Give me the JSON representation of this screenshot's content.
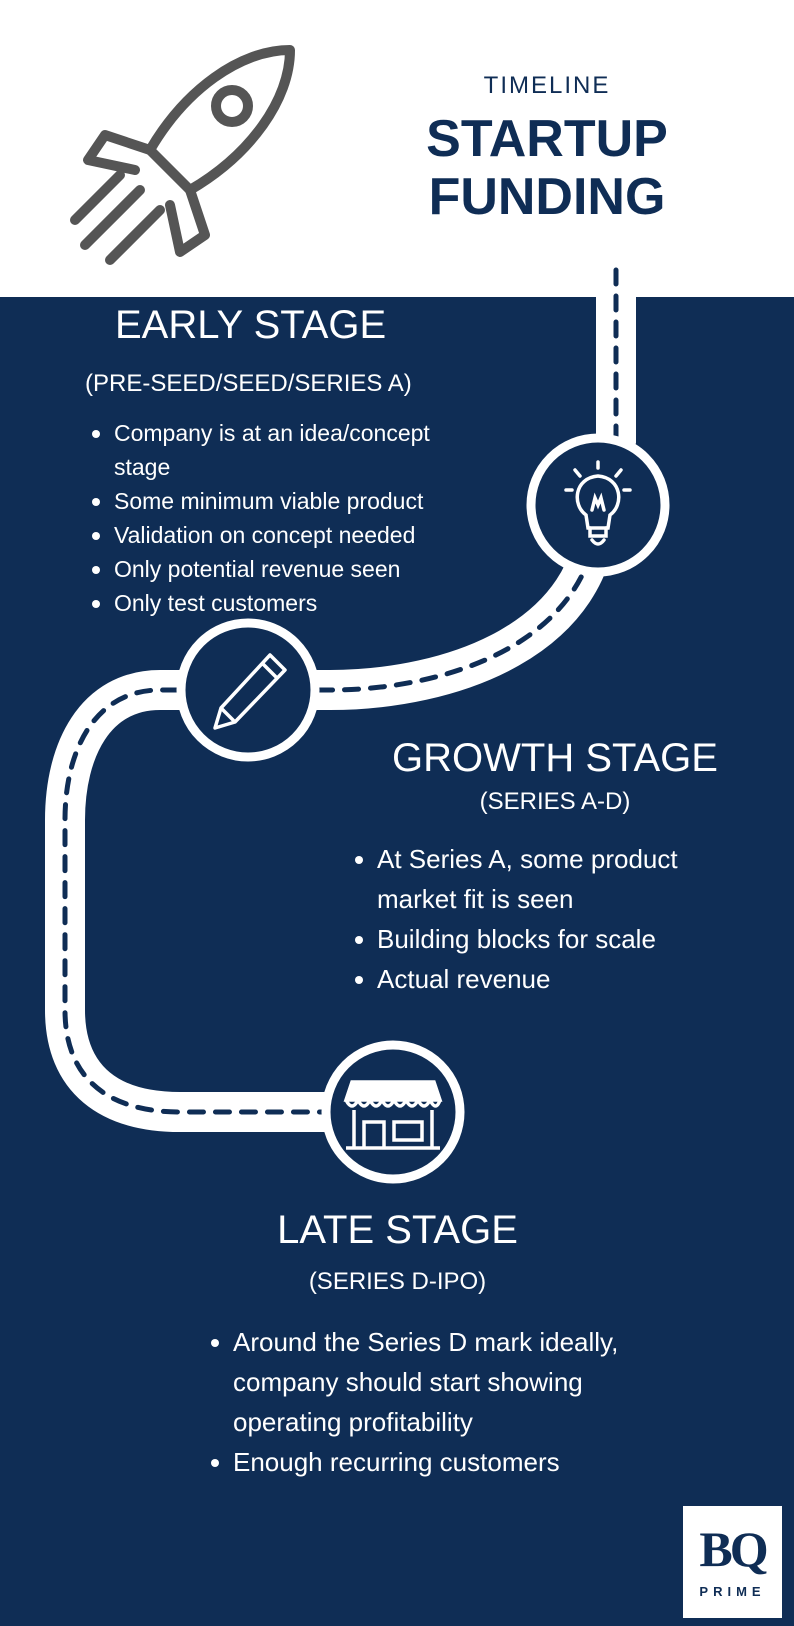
{
  "header": {
    "kicker": "TIMELINE",
    "title_line1": "STARTUP",
    "title_line2": "FUNDING"
  },
  "stages": [
    {
      "title": "EARLY STAGE",
      "subtitle": "(PRE-SEED/SEED/SERIES A)",
      "icon": "lightbulb-icon",
      "bullets": [
        "Company is at an idea/concept stage",
        "Some minimum viable product",
        "Validation on concept needed",
        "Only potential revenue seen",
        "Only test customers"
      ]
    },
    {
      "title": "GROWTH STAGE",
      "subtitle": "(SERIES A-D)",
      "icon": "pencil-icon",
      "bullets": [
        "At Series A, some product market fit is seen",
        "Building blocks for scale",
        "Actual revenue"
      ]
    },
    {
      "title": "LATE STAGE",
      "subtitle": "(SERIES D-IPO)",
      "icon": "storefront-icon",
      "bullets": [
        "Around the Series D mark ideally, company should start showing operating profitability",
        "Enough recurring customers"
      ]
    }
  ],
  "logo": {
    "mark": "BQ",
    "word": "PRIME"
  },
  "colors": {
    "navy": "#0f2d55",
    "icon_gray": "#555555",
    "white": "#ffffff"
  }
}
